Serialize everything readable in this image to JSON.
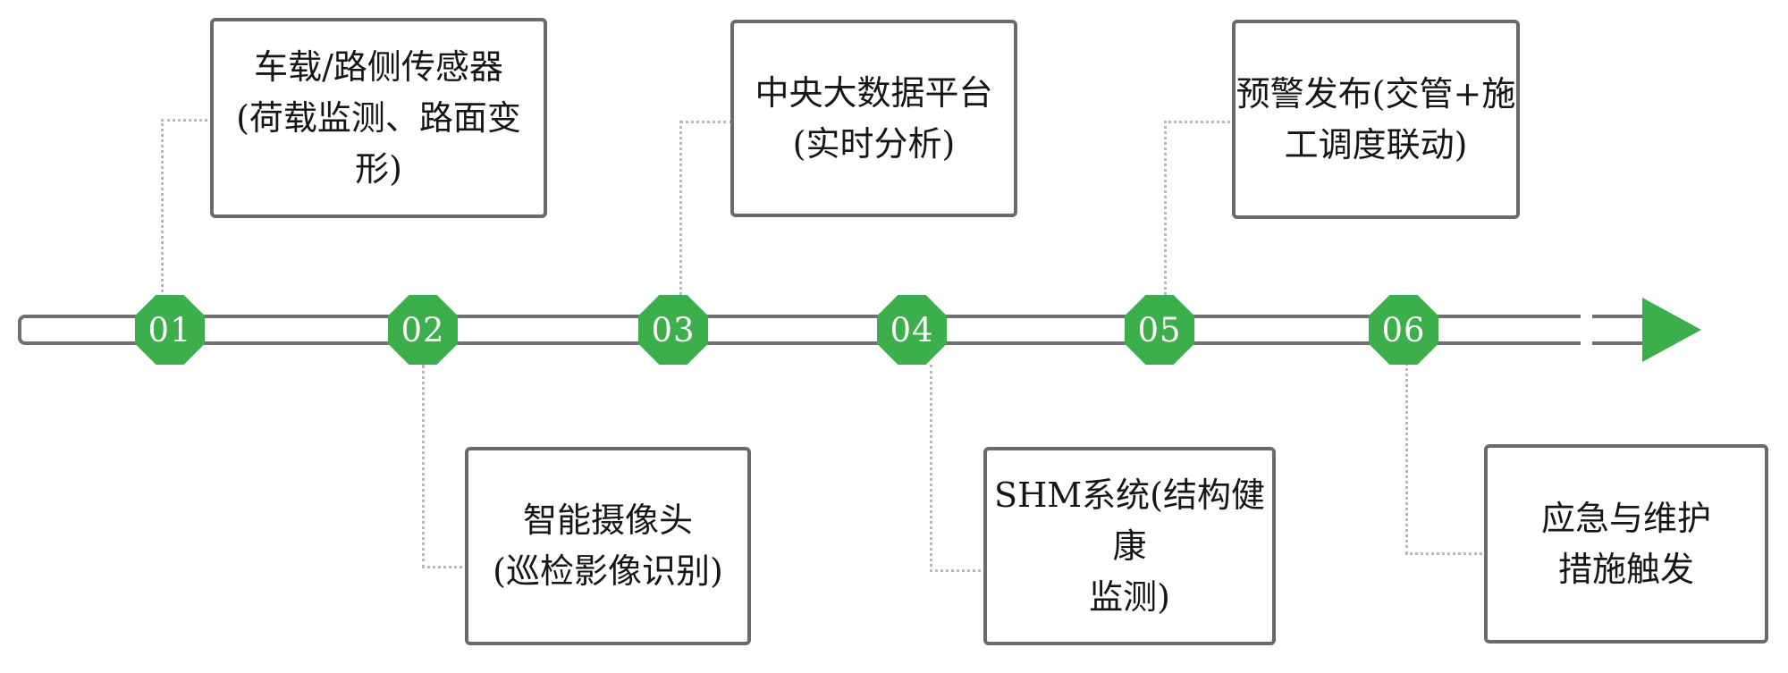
{
  "colors": {
    "node_green": "#3cae4c",
    "arrow_green": "#3cae4c",
    "bar_border_gray": "#707070",
    "box_border_gray": "#6a6a6a",
    "connector_dot_gray": "#b9b9b9",
    "text_color": "#161616"
  },
  "steps": [
    {
      "number": "01",
      "position": "above",
      "lines": [
        "车载/路侧传感器",
        "(荷载监测、路面变形)"
      ]
    },
    {
      "number": "02",
      "position": "below",
      "lines": [
        "智能摄像头",
        "(巡检影像识别)"
      ]
    },
    {
      "number": "03",
      "position": "above",
      "lines": [
        "中央大数据平台",
        "(实时分析)"
      ]
    },
    {
      "number": "04",
      "position": "below",
      "lines": [
        "SHM系统(结构健康",
        "监测)"
      ]
    },
    {
      "number": "05",
      "position": "above",
      "lines": [
        "预警发布(交管+施",
        "工调度联动)"
      ]
    },
    {
      "number": "06",
      "position": "below",
      "lines": [
        "应急与维护",
        "措施触发"
      ]
    }
  ]
}
